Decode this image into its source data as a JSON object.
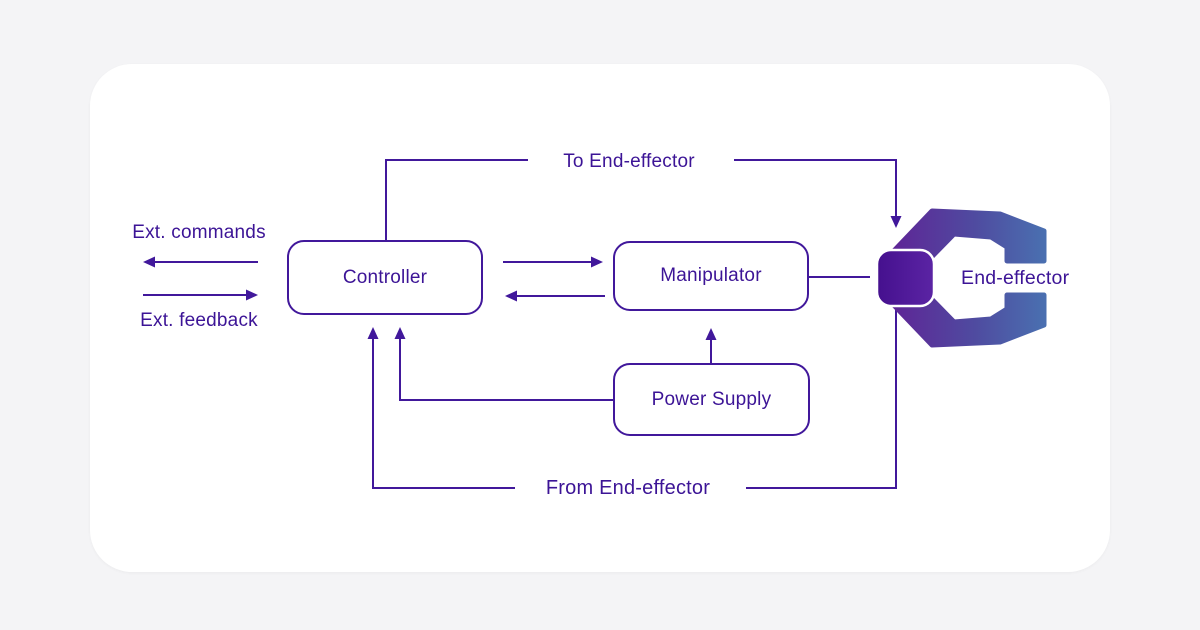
{
  "diagram": {
    "title_implicit": "Robotic system block diagram",
    "nodes": {
      "controller": "Controller",
      "manipulator": "Manipulator",
      "power_supply": "Power Supply",
      "end_effector": "End-effector"
    },
    "labels": {
      "to_end_effector": "To End-effector",
      "from_end_effector": "From End-effector",
      "ext_commands": "Ext. commands",
      "ext_feedback": "Ext. feedback"
    },
    "colors": {
      "line": "#41189b",
      "text": "#3c1496",
      "page_bg": "#f4f4f6",
      "card_bg": "#ffffff",
      "gripper_purple": "#5f2496",
      "gripper_mid": "#4f4ba0",
      "gripper_blue": "#4a6fb0",
      "gripper_square_dark": "#45108e",
      "gripper_square_light": "#5b24a4"
    }
  }
}
